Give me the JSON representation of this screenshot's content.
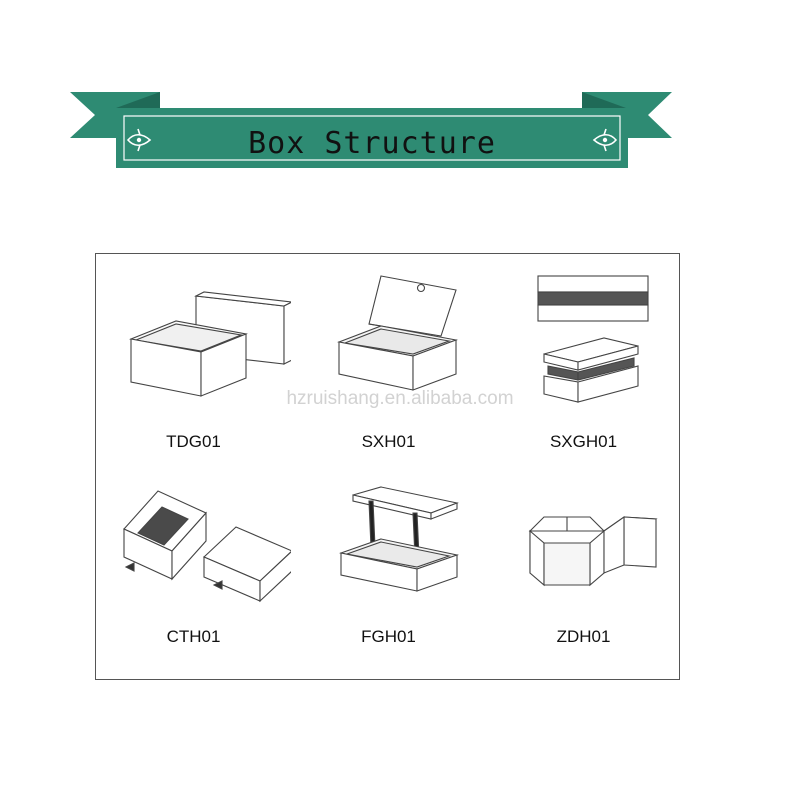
{
  "banner": {
    "title": "Box Structure",
    "color": "#2e8b73",
    "left_icon": "leaf-sprig-icon",
    "right_icon": "leaf-sprig-icon"
  },
  "items": [
    {
      "code": "TDG01",
      "icon": "lid-and-base-box-icon"
    },
    {
      "code": "SXH01",
      "icon": "magnetic-flap-box-icon"
    },
    {
      "code": "SXGH01",
      "icon": "neck-box-icon"
    },
    {
      "code": "CTH01",
      "icon": "drawer-box-icon"
    },
    {
      "code": "FGH01",
      "icon": "ribbon-hinge-box-icon"
    },
    {
      "code": "ZDH01",
      "icon": "folding-box-icon"
    }
  ],
  "watermark": "hzruishang.en.alibaba.com"
}
